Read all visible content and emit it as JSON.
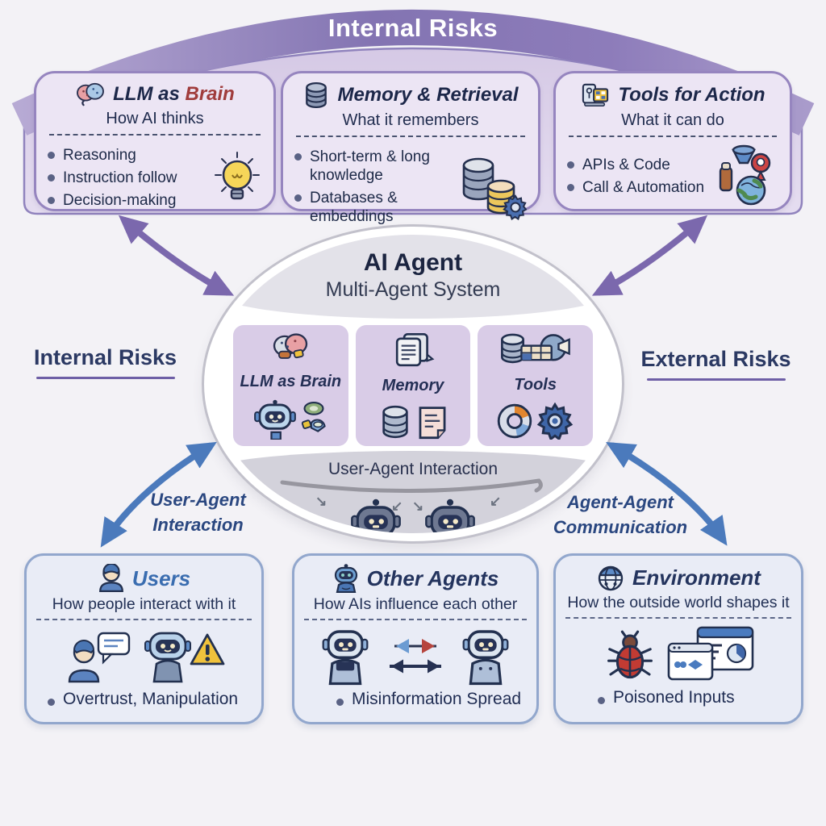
{
  "banner": {
    "title": "Internal Risks"
  },
  "colors": {
    "banner_purple": "#8a77b5",
    "top_card_bg": "#ece5f4",
    "top_card_border": "#9685bf",
    "accent_red": "#a03c3c",
    "navy_text": "#1f2b4d",
    "users_title_blue": "#3a6db0",
    "arrow_purple": "#7b68ad",
    "arrow_blue": "#4b7abc",
    "bottom_card_bg": "#e9ecf6",
    "bottom_card_border": "#92a7cd"
  },
  "top_cards": [
    {
      "icon": "brain-icon",
      "title_prefix": "LLM as ",
      "title_accent": "Brain",
      "subtitle": "How AI thinks",
      "bullets": [
        "Reasoning",
        "Instruction follow",
        "Decision-making"
      ],
      "side_icon": "lightbulb-icon"
    },
    {
      "icon": "database-icon",
      "title": "Memory & Retrieval",
      "subtitle": "What it remembers",
      "bullets": [
        "Short-term & long knowledge",
        "Databases & embeddings"
      ],
      "side_icon": "databases-gear-icon"
    },
    {
      "icon": "device-icon",
      "title": "Tools for Action",
      "subtitle": "What it can do",
      "bullets": [
        "APIs & Code",
        "Call & Automation"
      ],
      "side_icon": "apis-globe-pin-icon"
    }
  ],
  "center": {
    "title": "AI Agent",
    "subtitle": "Multi-Agent System",
    "modules": [
      {
        "label": "LLM as Brain",
        "top_icon": "brain-icon",
        "bottom_icon": "robot-icon"
      },
      {
        "label": "Memory",
        "top_icon": "documents-icon",
        "bottom_icon": "database-note-icon"
      },
      {
        "label": "Tools",
        "top_icon": "database-video-icon",
        "bottom_icon": "donut-gear-icon"
      }
    ],
    "footer_label": "User-Agent Interaction"
  },
  "side_labels": {
    "left": "Internal Risks",
    "right": "External Risks"
  },
  "flow_labels": {
    "left": {
      "line1": "User-Agent",
      "line2": "Interaction"
    },
    "right": {
      "line1": "Agent-Agent",
      "line2": "Communication"
    }
  },
  "bottom_cards": [
    {
      "icon": "user-icon",
      "title": "Users",
      "subtitle": "How people interact with it",
      "cluster_icons": [
        "person-chat-icon",
        "robot-warning-icon"
      ],
      "bullet": "Overtrust, Manipulation"
    },
    {
      "icon": "agent-icon",
      "title": "Other Agents",
      "subtitle": "How AIs influence each other",
      "cluster_icons": [
        "robot-exchange-icon"
      ],
      "bullet": "Misinformation Spread"
    },
    {
      "icon": "environment-icon",
      "title": "Environment",
      "subtitle": "How the outside world shapes it",
      "cluster_icons": [
        "bug-icon",
        "browser-windows-icon"
      ],
      "bullet": "Poisoned Inputs"
    }
  ]
}
